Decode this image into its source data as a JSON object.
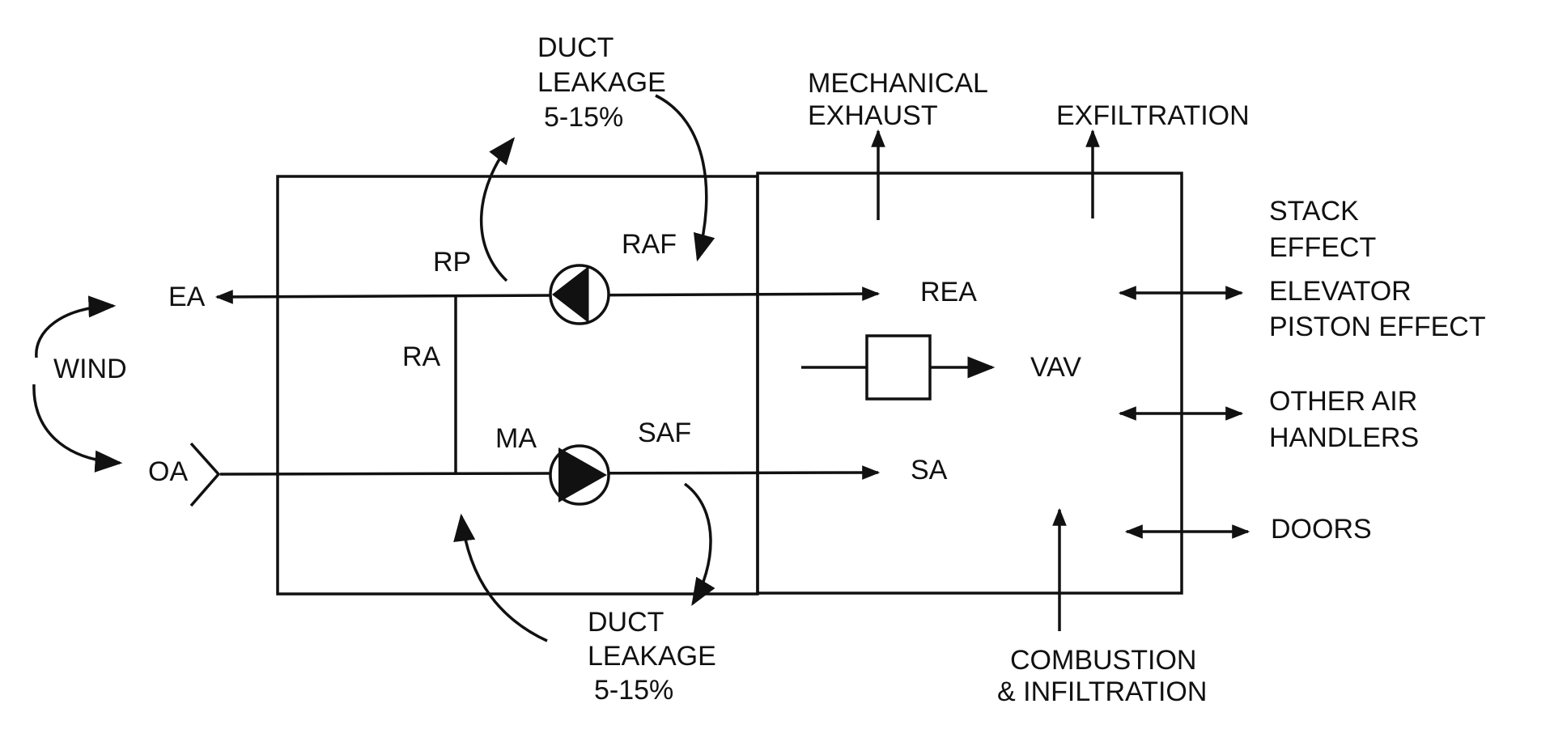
{
  "labels": {
    "duct_leakage_top": [
      "DUCT",
      "LEAKAGE",
      "5-15%"
    ],
    "duct_leakage_bottom": [
      "DUCT",
      "LEAKAGE",
      "5-15%"
    ],
    "mechanical_exhaust": [
      "MECHANICAL",
      "EXHAUST"
    ],
    "exfiltration": "EXFILTRATION",
    "stack_effect": [
      "STACK",
      "EFFECT"
    ],
    "elevator_piston_effect": [
      "ELEVATOR",
      "PISTON EFFECT"
    ],
    "other_air_handlers": [
      "OTHER AIR",
      "HANDLERS"
    ],
    "doors": "DOORS",
    "combustion_infiltration": [
      "COMBUSTION",
      "& INFILTRATION"
    ],
    "wind": "WIND",
    "ea": "EA",
    "oa": "OA",
    "rp": "RP",
    "raf": "RAF",
    "ra": "RA",
    "ma": "MA",
    "saf": "SAF",
    "rea": "REA",
    "sa": "SA",
    "vav": "VAV"
  },
  "colors": {
    "ink": "#111111",
    "background": "#ffffff"
  }
}
